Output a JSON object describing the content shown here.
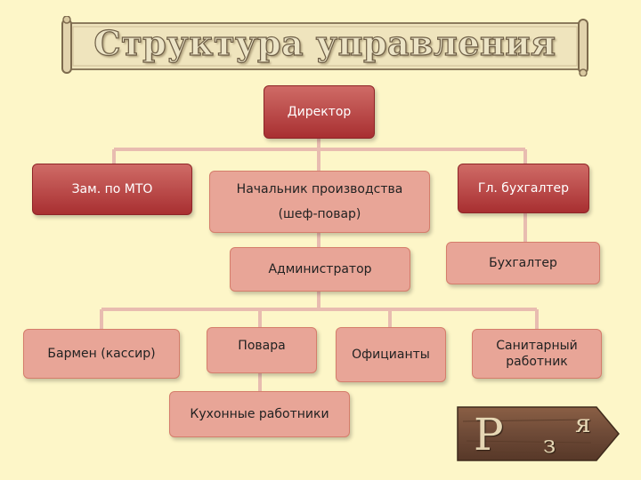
{
  "title": "Структура управления",
  "nodes": {
    "director": "Директор",
    "deputy": "Зам. по МТО",
    "production_head": "Начальник производства",
    "production_head_sub": "(шеф-повар)",
    "chief_accountant": "Гл. бухгалтер",
    "administrator": "Администратор",
    "accountant": "Бухгалтер",
    "bartender": "Бармен (кассир)",
    "cooks": "Повара",
    "waiters": "Официанты",
    "sanitary": "Санитарный работник",
    "kitchen": "Кухонные работники"
  },
  "sign": {
    "letter1": "Р",
    "letter2": "з",
    "letter3": "я"
  },
  "colors": {
    "background": "#fdf6c8",
    "light_box": "#e8a597",
    "dark_box": "#b83c3c",
    "connector": "#e8bcb0",
    "sign_wood": "#6e4a37"
  }
}
